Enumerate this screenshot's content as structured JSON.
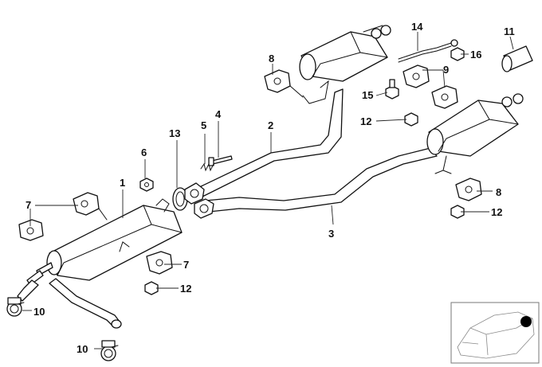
{
  "diagram": {
    "callouts": {
      "c1": "1",
      "c2": "2",
      "c3": "3",
      "c4": "4",
      "c5": "5",
      "c6": "6",
      "c7a": "7",
      "c7b": "7",
      "c8a": "8",
      "c8b": "8",
      "c9": "9",
      "c10a": "10",
      "c10b": "10",
      "c11": "11",
      "c12a": "12",
      "c12b": "12",
      "c12c": "12",
      "c13": "13",
      "c14": "14",
      "c15": "15",
      "c16": "16"
    }
  },
  "colors": {
    "line": "#111111",
    "marker": "#000000",
    "inset_frame": "#777777"
  }
}
